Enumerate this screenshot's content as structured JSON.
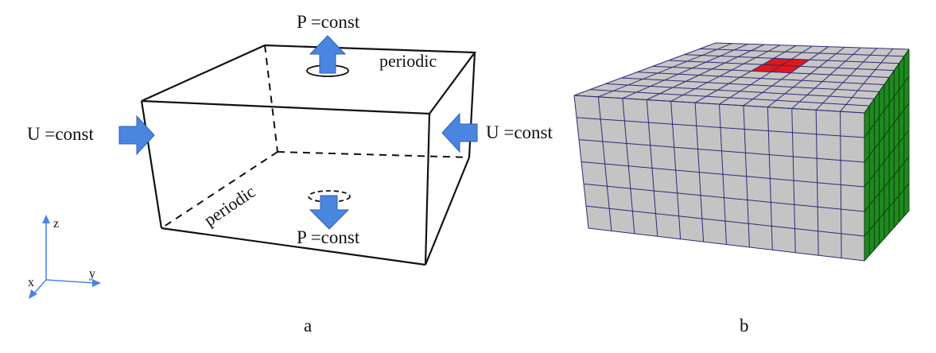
{
  "panel_a": {
    "caption": "a",
    "labels": {
      "p_top": "P =const",
      "p_bottom": "P =const",
      "u_left": "U =const",
      "u_right": "U =const",
      "periodic_top": "periodic",
      "periodic_left": "periodic"
    },
    "axes": {
      "z": "z",
      "x": "x",
      "y": "y"
    }
  },
  "panel_b": {
    "caption": "b",
    "grid": {
      "columns": 12,
      "rows": 6,
      "depth": 9
    },
    "colors": {
      "face": "#c4c4c4",
      "top": "#c9c6c6",
      "side": "#1f8a1f",
      "mesh_line": "#2b2b7a",
      "highlight": "#e01818"
    }
  },
  "colors": {
    "arrow": "#4a86e0",
    "line": "#111111"
  }
}
